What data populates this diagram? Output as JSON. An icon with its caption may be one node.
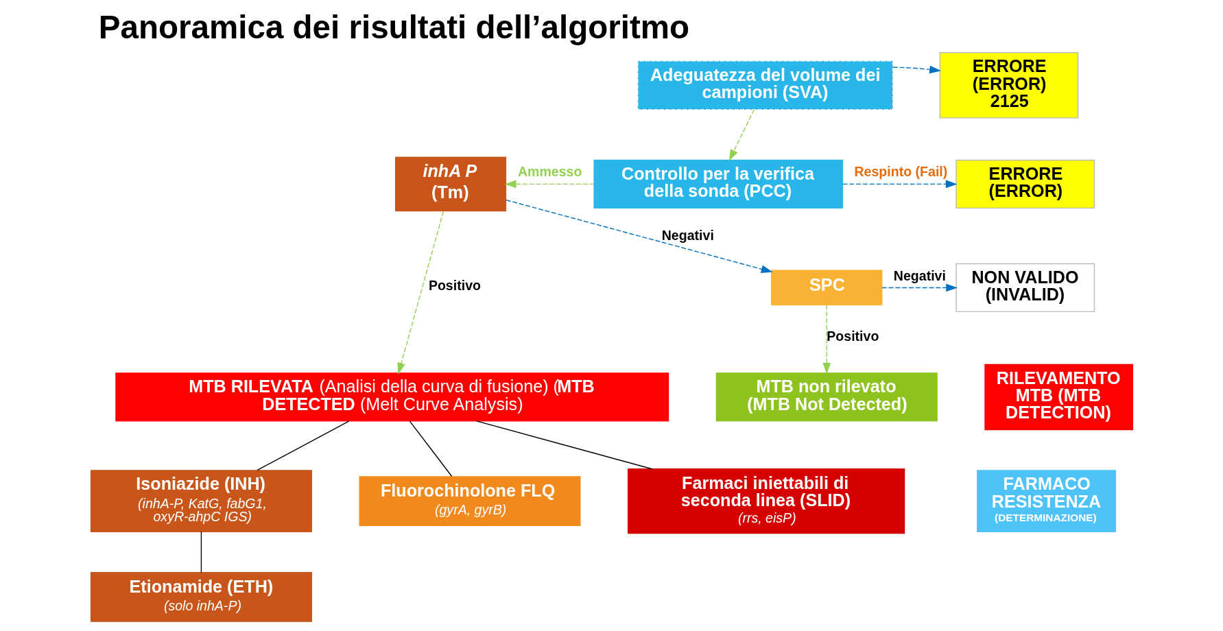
{
  "diagram": {
    "title": "Panoramica dei risultati dell’algoritmo",
    "nodes": [
      {
        "text": [
          "Adeguatezza del volume dei campioni (SVA)"
        ]
      },
      {
        "text": [
          "ERRORE (ERROR) 2125"
        ]
      },
      {
        "text": [
          "Controllo per la verifica della sonda (PCC)"
        ]
      },
      {
        "text": [
          "ERRORE (ERROR)"
        ]
      },
      {
        "text": [
          "inhA P",
          "(Tm)"
        ]
      },
      {
        "text": [
          "SPC"
        ]
      },
      {
        "text": [
          "NON VALIDO (INVALID)"
        ]
      },
      {
        "text": [
          "**MTB RILEVATA** (Analisi della curva di fusione) (**MTB DETECTED** (Melt Curve Analysis)"
        ]
      },
      {
        "text": [
          "MTB non rilevato (MTB Not Detected)"
        ]
      },
      {
        "text": [
          "RILEVAMENTO MTB (MTB DETECTION)"
        ]
      },
      {
        "text": [
          "Isoniazide (INH)",
          "(inhA-P, KatG, fabG1, oxyR-ahpC IGS)"
        ]
      },
      {
        "text": [
          "Fluorochinolone FLQ",
          "(gyrA, gyrB)"
        ]
      },
      {
        "text": [
          "FARMACO RESISTENZA",
          "(DETERMINAZIONE)"
        ]
      },
      {
        "text": [
          "Farmaci iniettabili di seconda linea (SLID)",
          "(rrs, eisP)"
        ]
      },
      {
        "text": [
          "Etionamide (ETH)",
          "(solo inhA-P)"
        ]
      }
    ],
    "edges": [
      {
        "from": 0,
        "to": 1,
        "arrow": "to",
        "style": "dashed",
        "color": "#0070c0"
      },
      {
        "from": 0,
        "to": 2,
        "arrow": "to",
        "style": "dashed",
        "color": "#92d050"
      },
      {
        "from": 2,
        "to": 4,
        "arrow": "to",
        "label": "Ammesso",
        "style": "dashed",
        "color": "#92d050"
      },
      {
        "from": 2,
        "to": 3,
        "arrow": "to",
        "label": "Respinto (Fail)",
        "style": "dashed",
        "color": "#0070c0"
      },
      {
        "from": 4,
        "to": 5,
        "arrow": "to",
        "label": "Negativi",
        "style": "dashed",
        "color": "#0070c0"
      },
      {
        "from": 4,
        "to": 7,
        "arrow": "to",
        "label": "Positivo",
        "style": "dashed",
        "color": "#92d050"
      },
      {
        "from": 5,
        "to": 6,
        "arrow": "to",
        "label": "Negativi",
        "style": "dashed",
        "color": "#0070c0"
      },
      {
        "from": 5,
        "to": 8,
        "arrow": "to",
        "label": "Positivo",
        "style": "dashed",
        "color": "#92d050"
      },
      {
        "from": 7,
        "to": 10,
        "arrow": "none",
        "color": "#000000"
      },
      {
        "from": 7,
        "to": 11,
        "arrow": "none",
        "color": "#000000"
      },
      {
        "from": 7,
        "to": 13,
        "arrow": "none",
        "color": "#000000"
      },
      {
        "from": 10,
        "to": 14,
        "arrow": "none",
        "color": "#000000"
      }
    ]
  }
}
